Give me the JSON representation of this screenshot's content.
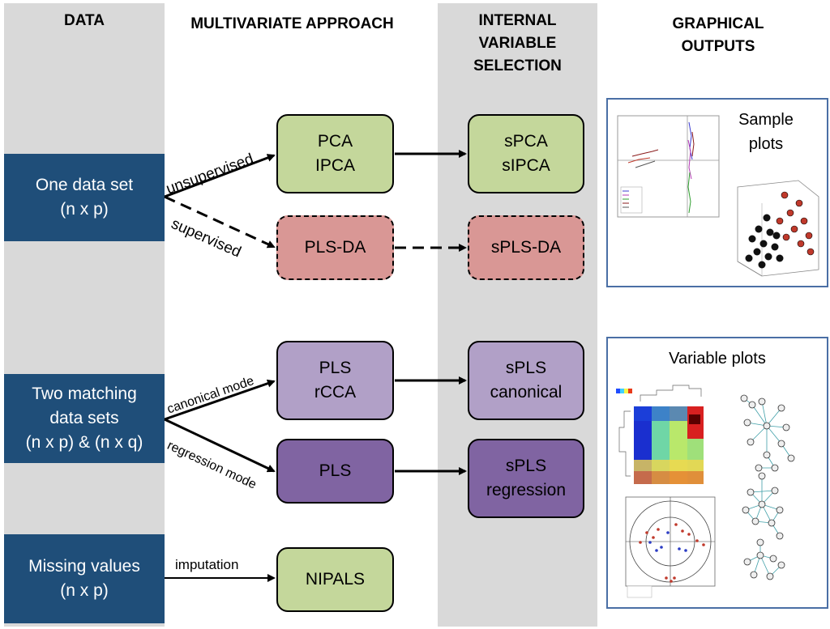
{
  "columns": {
    "data": "DATA",
    "multivariate": "MULTIVARIATE APPROACH",
    "selection": [
      "INTERNAL",
      "VARIABLE",
      "SELECTION"
    ],
    "outputs": [
      "GRAPHICAL",
      "OUTPUTS"
    ]
  },
  "data_sets": {
    "one": [
      "One data set",
      "(n x p)"
    ],
    "two": [
      "Two matching",
      "data sets",
      "(n x p) & (n x q)"
    ],
    "missing": [
      "Missing values",
      "(n x p)"
    ]
  },
  "methods": {
    "pca": [
      "PCA",
      "IPCA"
    ],
    "plsda": "PLS-DA",
    "pls_canonical": [
      "PLS",
      "rCCA"
    ],
    "pls_regression": "PLS",
    "nipals": "NIPALS"
  },
  "selection_methods": {
    "spca": [
      "sPCA",
      "sIPCA"
    ],
    "splsda": "sPLS-DA",
    "spls_canonical": [
      "sPLS",
      "canonical"
    ],
    "spls_regression": [
      "sPLS",
      "regression"
    ]
  },
  "edge_labels": {
    "unsupervised": "unsupervised",
    "supervised": "supervised",
    "canonical_mode": "canonical mode",
    "regression_mode": "regression mode",
    "imputation": "imputation"
  },
  "outputs": {
    "sample_plots": [
      "Sample",
      "plots"
    ],
    "variable_plots": "Variable plots"
  },
  "colors": {
    "column_bg": "#d9d9d9",
    "data_box": "#1f4e79",
    "green": "#c4d79b",
    "red": "#d99795",
    "lavender": "#b1a0c7",
    "purple": "#8064a2",
    "panel_border": "#4a6fa5"
  }
}
